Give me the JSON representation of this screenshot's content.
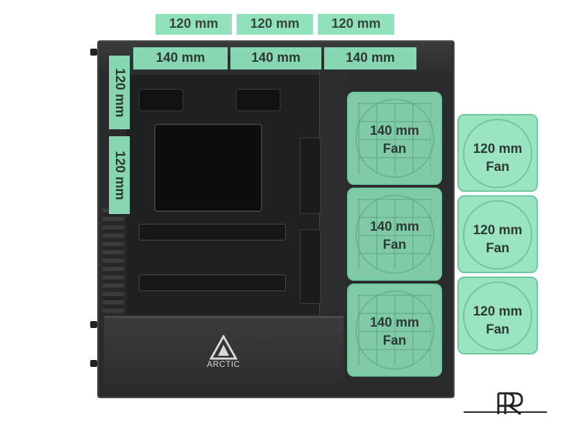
{
  "case": {
    "brand_text": "ARCTIC",
    "colors": {
      "body": "#2a2b2d",
      "overlay": "#8ce0b9",
      "text": "#2d3a34"
    }
  },
  "top_external_mounts": [
    {
      "label": "120 mm"
    },
    {
      "label": "120 mm"
    },
    {
      "label": "120 mm"
    }
  ],
  "top_internal_mounts": [
    {
      "label": "140 mm"
    },
    {
      "label": "140 mm"
    },
    {
      "label": "140 mm"
    }
  ],
  "rear_mounts": [
    {
      "label": "120 mm"
    },
    {
      "label": "120 mm"
    }
  ],
  "side_fans_140": [
    {
      "size": "140 mm",
      "word": "Fan"
    },
    {
      "size": "140 mm",
      "word": "Fan"
    },
    {
      "size": "140 mm",
      "word": "Fan"
    }
  ],
  "external_fans_120": [
    {
      "size": "120 mm",
      "word": "Fan"
    },
    {
      "size": "120 mm",
      "word": "Fan"
    },
    {
      "size": "120 mm",
      "word": "Fan"
    }
  ],
  "watermark": {
    "icon": "pr-logo-icon",
    "text": "PR"
  }
}
